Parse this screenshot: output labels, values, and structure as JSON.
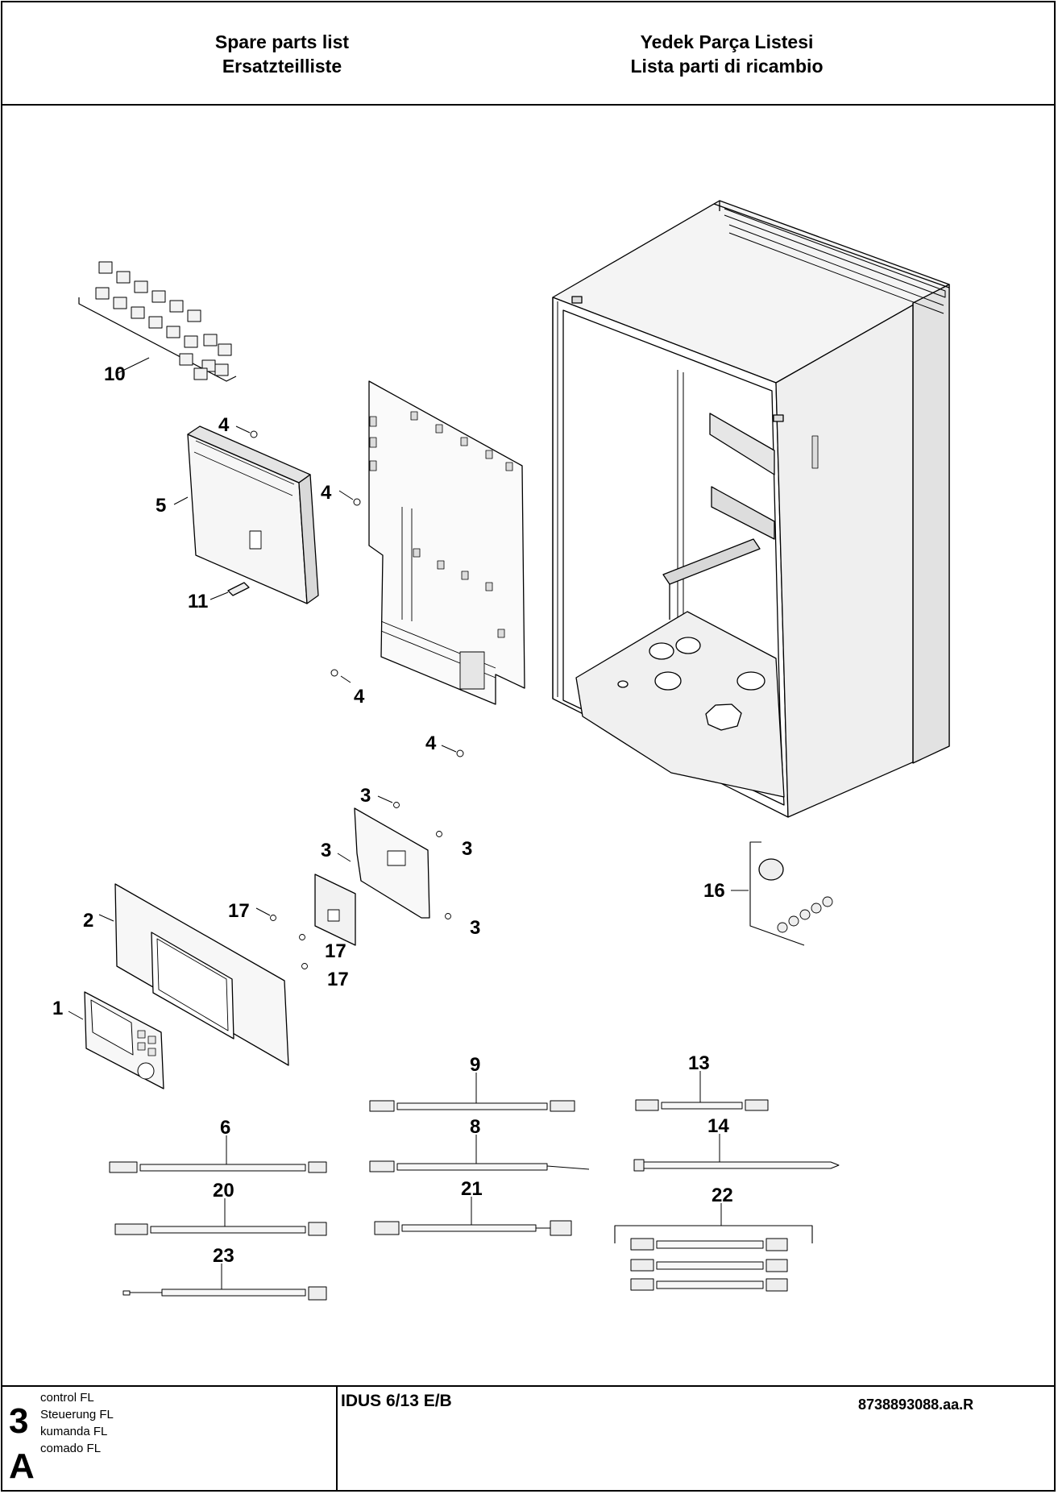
{
  "header": {
    "left": [
      "Spare parts list",
      "Ersatzteilliste"
    ],
    "right": [
      "Yedek Parça Listesi",
      "Lista parti di ricambio"
    ]
  },
  "callouts": {
    "c1": "1",
    "c2": "2",
    "c3a": "3",
    "c3b": "3",
    "c3c": "3",
    "c3d": "3",
    "c4a": "4",
    "c4b": "4",
    "c4c": "4",
    "c4d": "4",
    "c5": "5",
    "c6": "6",
    "c8": "8",
    "c9": "9",
    "c10": "10",
    "c11": "11",
    "c13": "13",
    "c14": "14",
    "c16": "16",
    "c17a": "17",
    "c17b": "17",
    "c17c": "17",
    "c20": "20",
    "c21": "21",
    "c22": "22",
    "c23": "23"
  },
  "doc_number": "8738893088.aa.R",
  "footer": {
    "section_number": "3",
    "section_letter": "A",
    "descriptions": [
      "control FL",
      "Steuerung FL",
      "kumanda FL",
      "comado FL"
    ],
    "model": "IDUS 6/13 E/B"
  }
}
